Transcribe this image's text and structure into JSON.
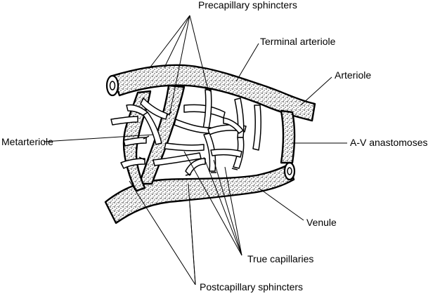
{
  "labels": {
    "precapillary_sphincters": "Precapillary sphincters",
    "terminal_arteriole": "Terminal arteriole",
    "arteriole": "Arteriole",
    "metarteriole": "Metarteriole",
    "av_anastomoses": "A-V anastomoses",
    "venule": "Venule",
    "true_capillaries": "True capillaries",
    "postcapillary_sphincters": "Postcapillary sphincters"
  },
  "colors": {
    "ink": "#000000",
    "background": "#ffffff"
  }
}
